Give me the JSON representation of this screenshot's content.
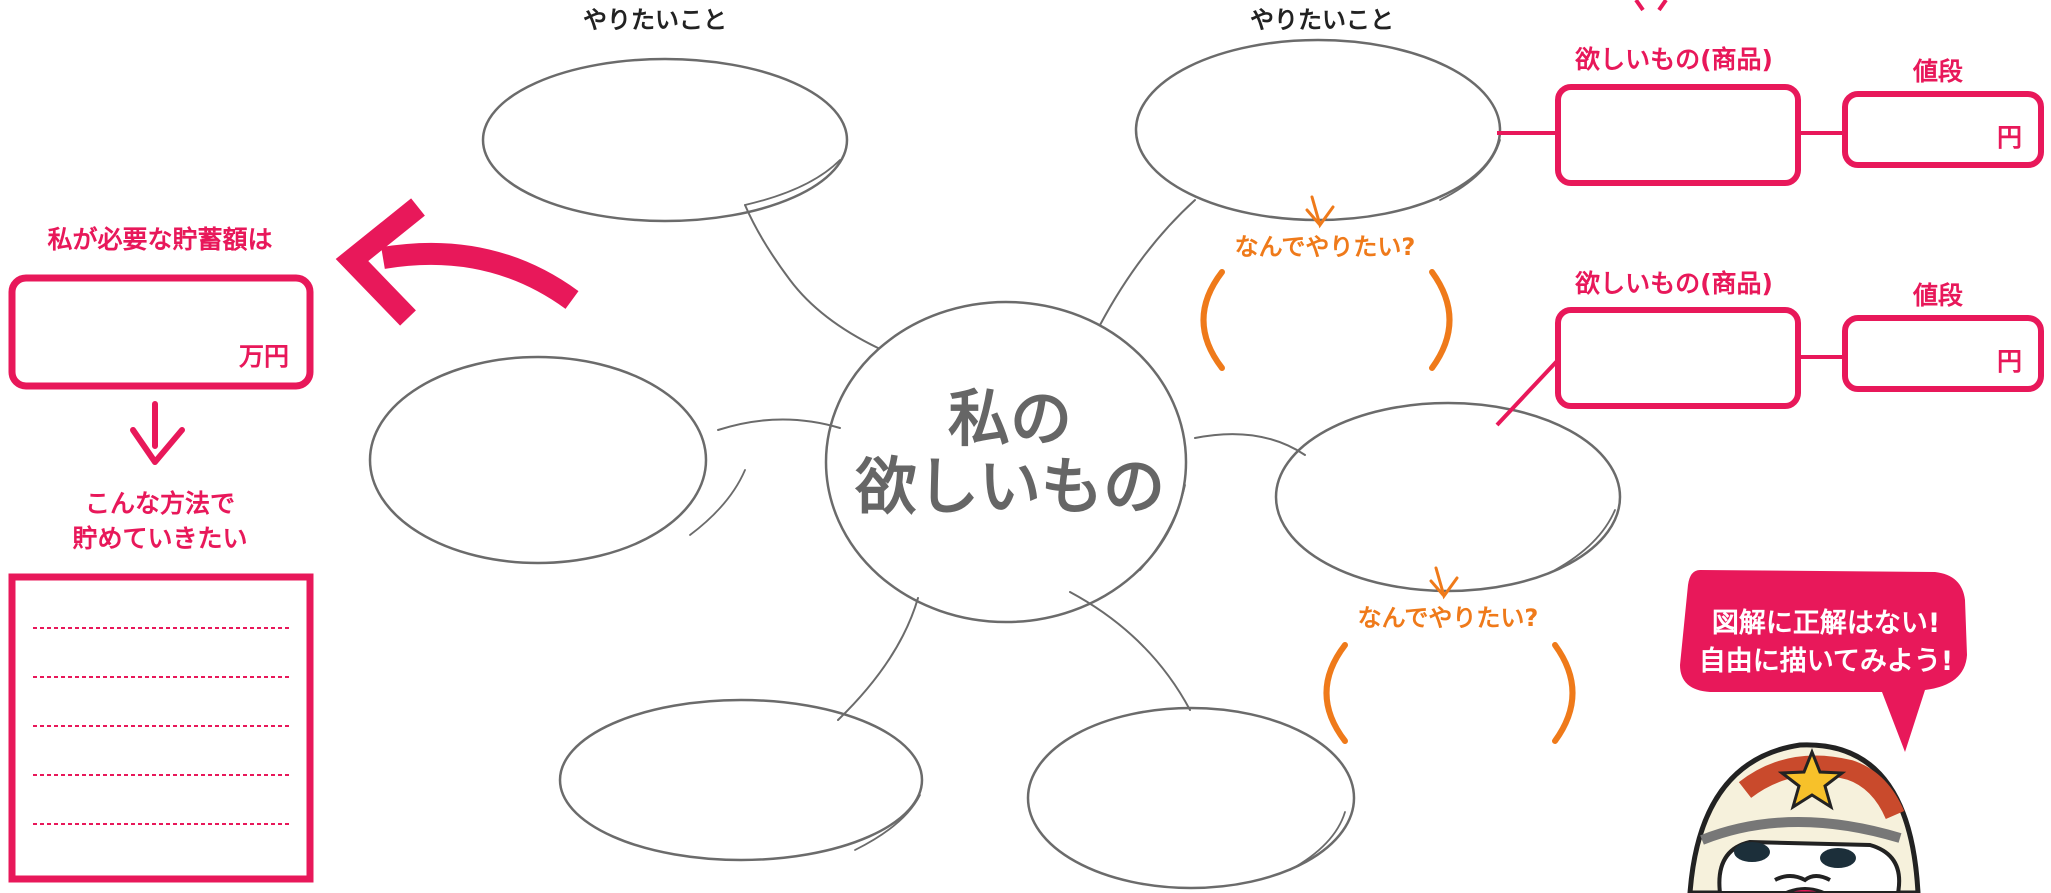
{
  "center": {
    "line1": "私の",
    "line2": "欲しいもの"
  },
  "labels": {
    "want_to_do_left": "やりたいこと",
    "want_to_do_right": "やりたいこと",
    "why_1": "なんでやりたい?",
    "why_2": "なんでやりたい?"
  },
  "product_rows": [
    {
      "item_label": "欲しいもの(商品)",
      "price_label": "値段",
      "unit": "円"
    },
    {
      "item_label": "欲しいもの(商品)",
      "price_label": "値段",
      "unit": "円"
    }
  ],
  "savings": {
    "title": "私が必要な貯蓄額は",
    "unit": "万円",
    "method_line1": "こんな方法で",
    "method_line2": "貯めていきたい"
  },
  "speech_bubble": {
    "line1": "図解に正解はない!",
    "line2": "自由に描いてみよう!"
  },
  "colors": {
    "pink": "#e8185a",
    "orange": "#ef7a1a",
    "gray": "#666666"
  }
}
